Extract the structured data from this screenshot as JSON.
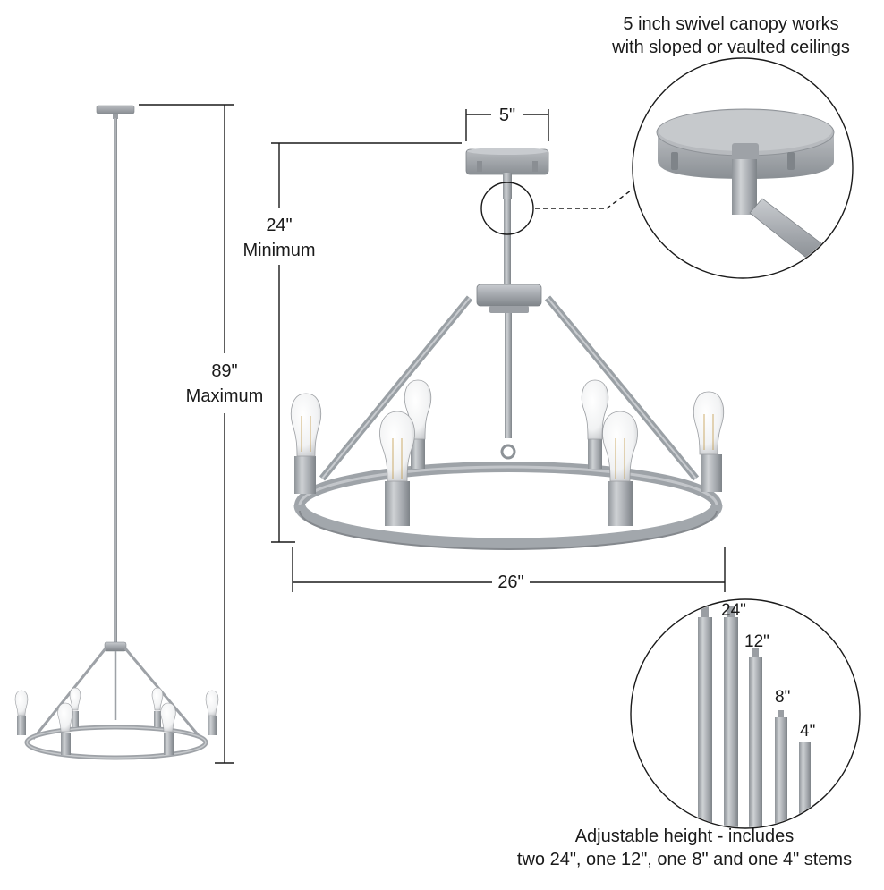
{
  "dimensions": {
    "canopy_width": "5\"",
    "min_height_value": "24\"",
    "min_height_label": "Minimum",
    "max_height_value": "89\"",
    "max_height_label": "Maximum",
    "ring_diameter": "26\""
  },
  "canopy_callout": {
    "line1": "5 inch swivel canopy works",
    "line2": "with sloped or vaulted ceilings"
  },
  "stems_callout": {
    "stems": [
      {
        "label": "24\""
      },
      {
        "label": "12\""
      },
      {
        "label": "8\""
      },
      {
        "label": "4\""
      }
    ],
    "line1": "Adjustable height - includes",
    "line2": "two 24\", one 12\", one 8\" and one 4\" stems"
  },
  "colors": {
    "metal": "#a9adb2",
    "metal_dark": "#7f8489",
    "metal_light": "#d4d7da",
    "line": "#1a1a1a"
  }
}
